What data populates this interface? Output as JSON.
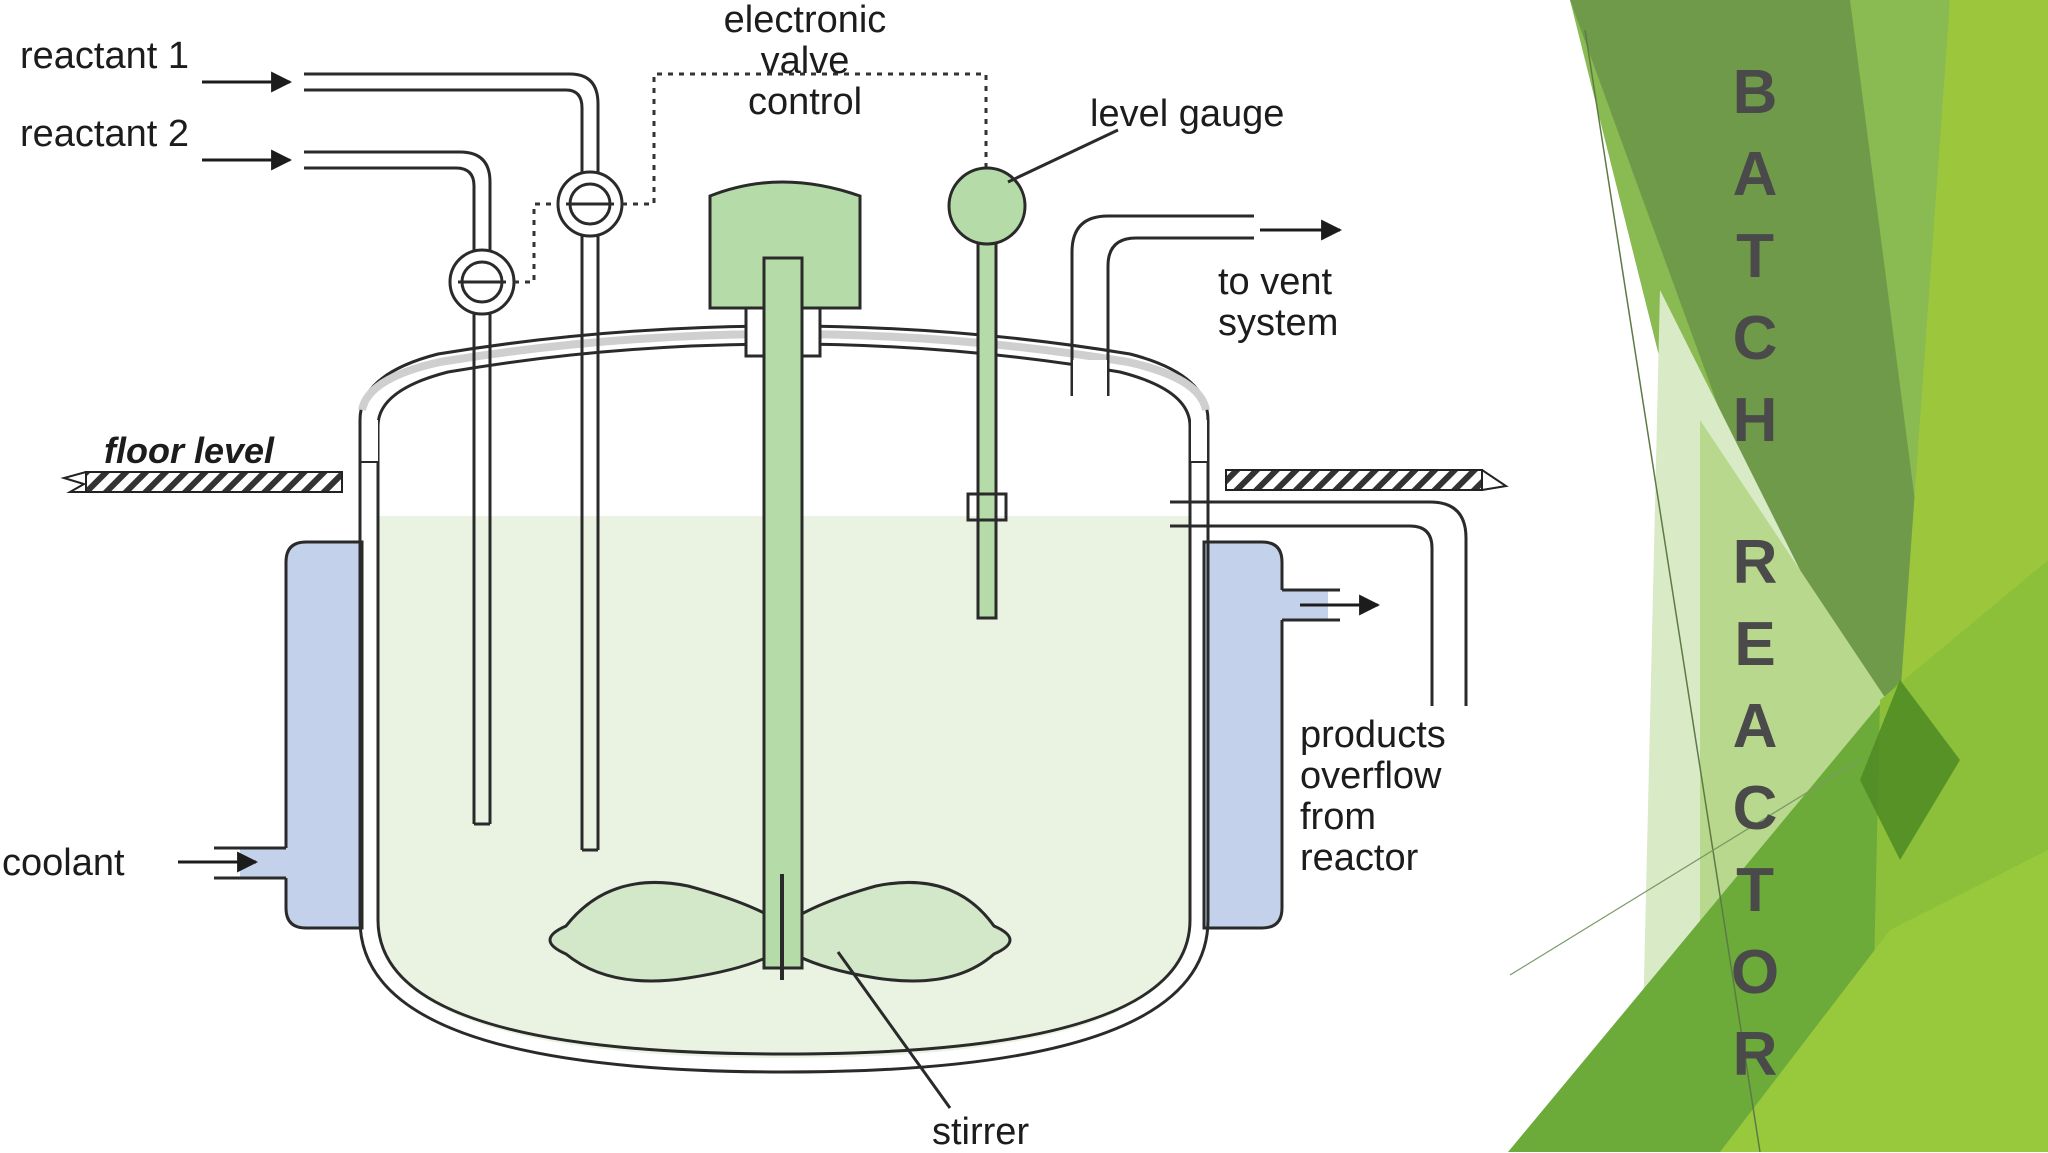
{
  "labels": {
    "reactant_1": "reactant 1",
    "reactant_2": "reactant 2",
    "valve_control_line1": "electronic",
    "valve_control_line2": "valve",
    "valve_control_line3": "control",
    "level_gauge": "level gauge",
    "vent_line1": "to vent",
    "vent_line2": "system",
    "floor_level": "floor level",
    "coolant": "coolant",
    "products_line1": "products",
    "products_line2": "overflow",
    "products_line3": "from",
    "products_line4": "reactor",
    "stirrer": "stirrer"
  },
  "title_letters": [
    "B",
    "A",
    "T",
    "C",
    "H",
    "",
    "R",
    "E",
    "A",
    "C",
    "T",
    "O",
    "R"
  ],
  "colors": {
    "liquid": "#eaf3e2",
    "stirrer_green": "#b5dba8",
    "jacket_blue": "#c3d2ea",
    "outline": "#2a2a2a",
    "title_text": "#4a4a4a"
  }
}
